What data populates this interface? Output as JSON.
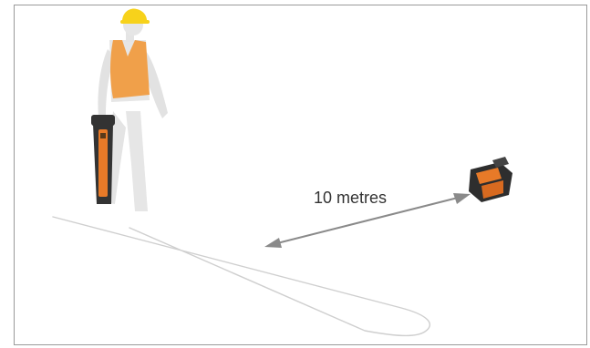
{
  "diagram": {
    "distance_label": "10 metres"
  },
  "colors": {
    "frame_border": "#9a9a9a",
    "worker_body": "#e4e4e4",
    "vest": "#f0a04a",
    "helmet": "#f7d21b",
    "device_dark": "#333333",
    "device_orange": "#e87a28",
    "cable_line": "#cfcfcf",
    "arrow": "#8a8a8a",
    "text": "#333333"
  },
  "icons": [
    "worker-figure",
    "locator-device",
    "signal-generator",
    "cable-loop",
    "distance-arrow"
  ]
}
